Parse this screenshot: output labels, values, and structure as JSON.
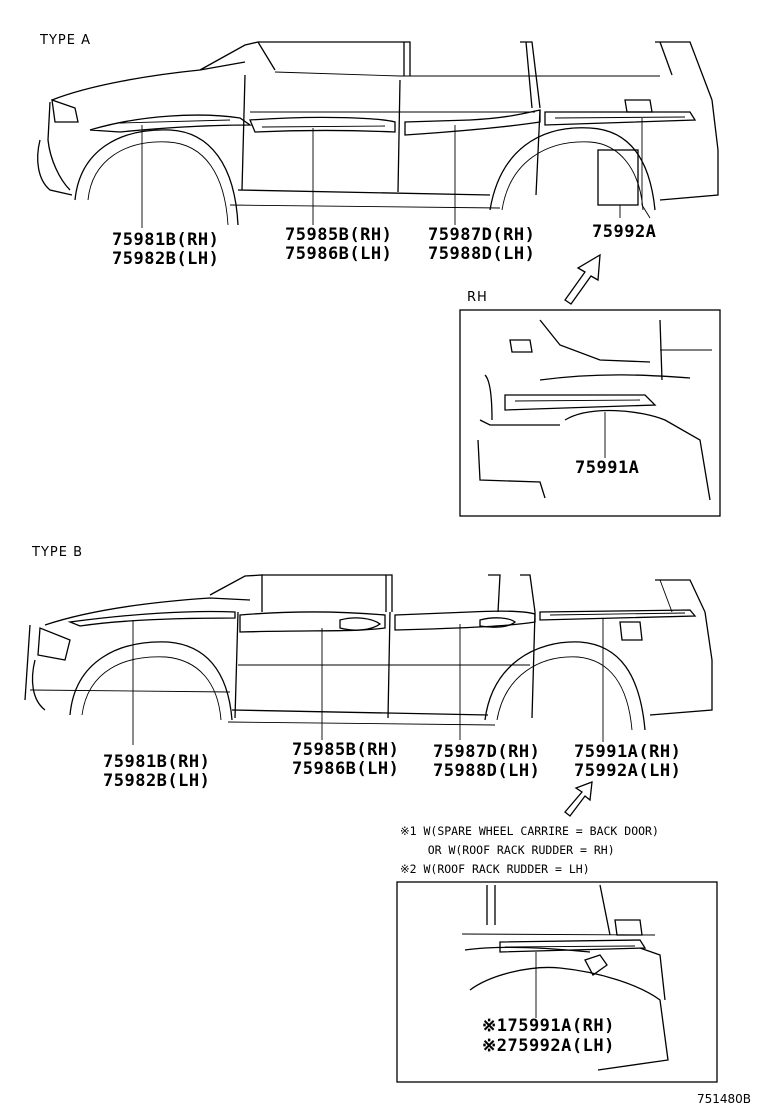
{
  "sections": {
    "type_a": "TYPE A",
    "type_b": "TYPE B",
    "rh_detail": "RH"
  },
  "type_a": {
    "front_fender": [
      "75981B(RH)",
      "75982B(LH)"
    ],
    "front_door": [
      "75985B(RH)",
      "75986B(LH)"
    ],
    "rear_door": [
      "75987D(RH)",
      "75988D(LH)"
    ],
    "rear_quarter": "75992A",
    "rh_detail_part": "75991A"
  },
  "type_b": {
    "front_fender": [
      "75981B(RH)",
      "75982B(LH)"
    ],
    "front_door": [
      "75985B(RH)",
      "75986B(LH)"
    ],
    "rear_door": [
      "75987D(RH)",
      "75988D(LH)"
    ],
    "rear_quarter": [
      "75991A(RH)",
      "75992A(LH)"
    ],
    "notes": [
      "※1 W(SPARE WHEEL CARRIRE = BACK DOOR)",
      "    OR W(ROOF RACK RUDDER = RH)",
      "※2 W(ROOF RACK RUDDER = LH)"
    ],
    "detail_parts": [
      "※175991A(RH)",
      "※275992A(LH)"
    ]
  },
  "figure_code": "751480B"
}
